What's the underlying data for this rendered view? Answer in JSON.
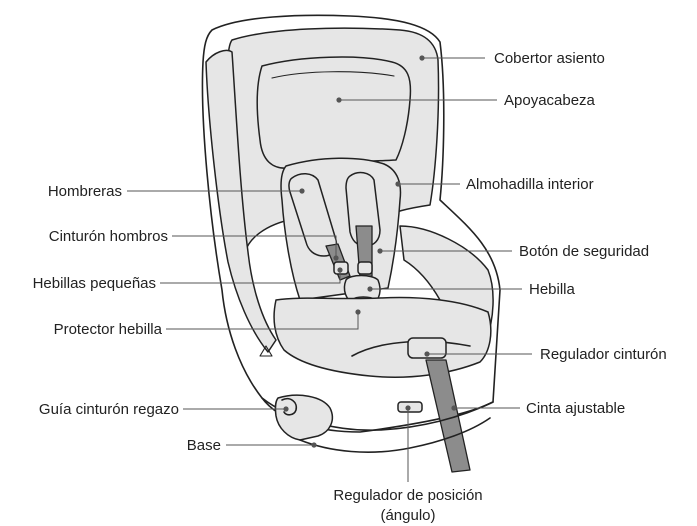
{
  "labels": {
    "seat_cover": "Cobertor asiento",
    "headrest": "Apoyacabeza",
    "shoulder_pads": "Hombreras",
    "inner_cushion": "Almohadilla interior",
    "shoulder_belt": "Cinturón hombros",
    "safety_button": "Botón de seguridad",
    "small_buckles": "Hebillas pequeñas",
    "buckle": "Hebilla",
    "buckle_protector": "Protector hebilla",
    "belt_adjuster": "Regulador cinturón",
    "lap_belt_guide": "Guía cinturón regazo",
    "adjustable_strap": "Cinta ajustable",
    "base": "Base",
    "position_adjuster_line1": "Regulador de posición",
    "position_adjuster_line2": "(ángulo)"
  },
  "colors": {
    "outline": "#222222",
    "padding_fill": "#e6e6e6",
    "strap_fill": "#8c8c8c",
    "leader_line": "#555555"
  }
}
